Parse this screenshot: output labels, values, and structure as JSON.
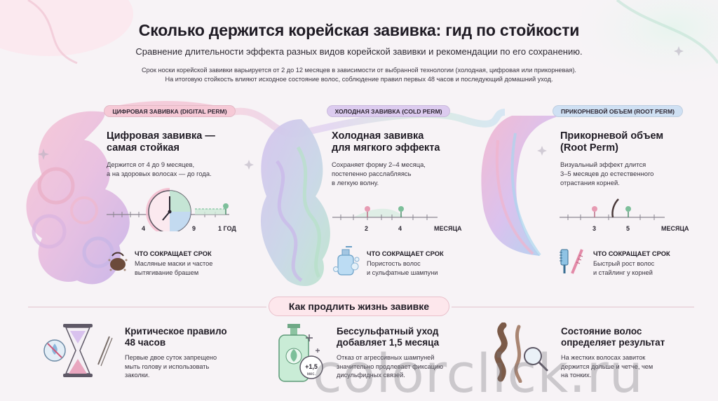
{
  "header": {
    "title": "Сколько держится корейская завивка: гид по стойкости",
    "subtitle": "Сравнение длительности эффекта разных видов корейской завивки и рекомендации по его сохранению.",
    "intro_line1": "Срок носки корейской завивки варьируется от 2 до 12 месяцев в зависимости от выбранной технологии (холодная, цифровая или прикорневая).",
    "intro_line2": "На итоговую стойкость влияют исходное состояние волос, соблюдение правил первых 48 часов и последующий домашний уход."
  },
  "columns": [
    {
      "pill": "ЦИФРОВАЯ ЗАВИВКА (DIGITAL PERM)",
      "pill_color": "#f6c9d6",
      "title1": "Цифровая завивка —",
      "title2": "самая стойкая",
      "text1": "Держится от 4 до 9 месяцев,",
      "text2": "а на здоровых волосах — до года.",
      "ticks": [
        "4",
        "9",
        "1 ГОД"
      ],
      "shorten_head": "ЧТО СОКРАЩАЕТ СРОК",
      "shorten1": "Масляные маски и частое",
      "shorten2": "вытягивание брашем"
    },
    {
      "pill": "ХОЛОДНАЯ ЗАВИВКА (COLD PERM)",
      "pill_color": "#dccbef",
      "title1": "Холодная завивка",
      "title2": "для мягкого эффекта",
      "text1": "Сохраняет форму 2–4 месяца,",
      "text2": "постепенно расслабляясь",
      "text3": "в легкую волну.",
      "ticks": [
        "2",
        "4",
        "МЕСЯЦА"
      ],
      "shorten_head": "ЧТО СОКРАЩАЕТ СРОК",
      "shorten1": "Пористость волос",
      "shorten2": "и сульфатные шампуни"
    },
    {
      "pill": "ПРИКОРНЕВОЙ ОБЪЕМ (ROOT PERM)",
      "pill_color": "#cfe0f3",
      "title1": "Прикорневой объем",
      "title2": "(Root Perm)",
      "text1": "Визуальный эффект длится",
      "text2": "3–5 месяцев до естественного",
      "text3": "отрастания корней.",
      "ticks": [
        "3",
        "5",
        "МЕСЯЦА"
      ],
      "shorten_head": "ЧТО СОКРАЩАЕТ СРОК",
      "shorten1": "Быстрый рост волос",
      "shorten2": "и стайлинг у корней"
    }
  ],
  "section": {
    "title": "Как продлить жизнь завивке"
  },
  "tips": [
    {
      "title1": "Критическое правило",
      "title2": "48 часов",
      "text1": "Первые двое суток запрещено",
      "text2": "мыть голову и использовать",
      "text3": "заколки."
    },
    {
      "title1": "Бессульфатный уход",
      "title2": "добавляет 1,5 месяца",
      "badge": "+1,5",
      "badge_unit": "мес.",
      "text1": "Отказ от агрессивных шампуней",
      "text2": "значительно продлевает фиксацию",
      "text3": "дисульфидных связей."
    },
    {
      "title1": "Состояние волос",
      "title2": "определяет результат",
      "text1": "На жестких волосах завиток",
      "text2": "держится дольше и четче, чем",
      "text3": "на тонких."
    }
  ],
  "watermark": "colorclick.ru",
  "colors": {
    "pink": "#f3b6c8",
    "lilac": "#c9b3e6",
    "mint": "#b9e2cd",
    "sky": "#a9d3ee",
    "accent_green": "#7dbf9a"
  }
}
